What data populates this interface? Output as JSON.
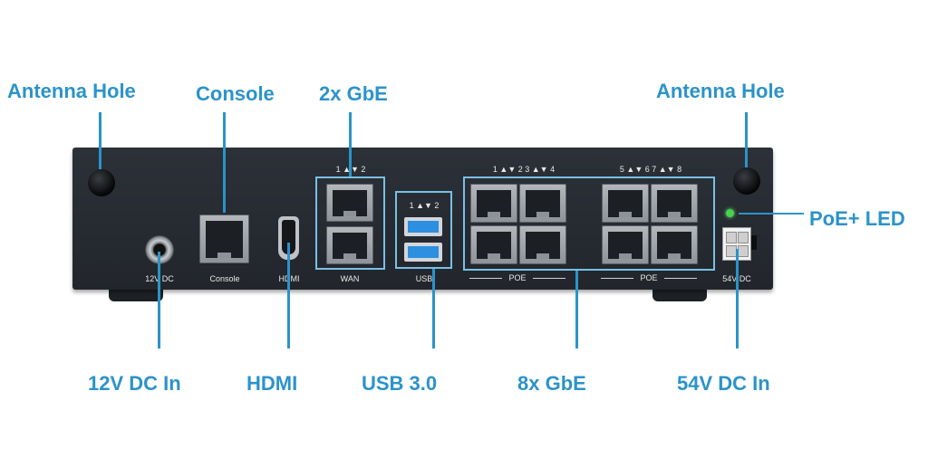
{
  "callouts": {
    "antenna_left": "Antenna Hole",
    "console": "Console",
    "gbe_2x": "2x GbE",
    "antenna_right": "Antenna Hole",
    "poe_led": "PoE+ LED",
    "dc12_in": "12V DC In",
    "hdmi": "HDMI",
    "usb30": "USB 3.0",
    "gbe_8x": "8x GbE",
    "dc54_in": "54V DC In"
  },
  "panel_labels": {
    "dc12": "12V DC",
    "console": "Console",
    "hdmi": "HDMI",
    "wan": "WAN",
    "usb": "USB",
    "poe_left": "POE",
    "poe_right": "POE",
    "dc54": "54V DC",
    "wan_ports": "1 ▲▼ 2",
    "usb_ports": "1 ▲▼ 2",
    "poe_ports_1_4": "1 ▲▼ 2  3 ▲▼ 4",
    "poe_ports_5_8": "5 ▲▼ 6  7 ▲▼ 8"
  },
  "colors": {
    "callout_text": "#2b93c9",
    "highlight_box": "#78c0e6",
    "device_body": "#2c3038",
    "usb_port": "#2c8fe0",
    "led": "#45d24e"
  },
  "icons": [
    "antenna-hole-icon",
    "dc-jack-icon",
    "rj45-port-icon",
    "hdmi-port-icon",
    "usb-port-icon",
    "led-icon",
    "power-connector-icon"
  ]
}
